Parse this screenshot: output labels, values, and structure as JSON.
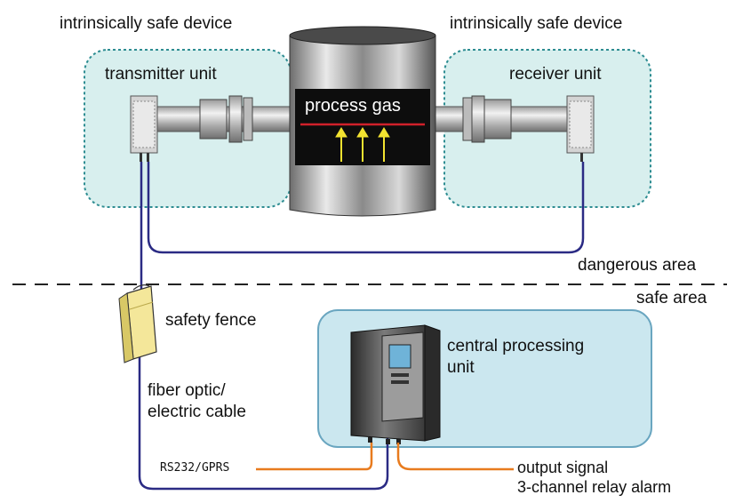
{
  "labels": {
    "left_device": "intrinsically safe device",
    "right_device": "intrinsically safe device",
    "transmitter": "transmitter unit",
    "receiver": "receiver unit",
    "process_gas": "process gas",
    "dangerous_area": "dangerous area",
    "safe_area": "safe area",
    "safety_fence": "safety fence",
    "cpu_line1": "central processing",
    "cpu_line2": "unit",
    "cable_line1": "fiber optic/",
    "cable_line2": "electric cable",
    "rs232": "RS232/GPRS",
    "output_line1": "output signal",
    "output_line2": "3-channel relay alarm"
  },
  "colors": {
    "zone_fill": "#d8efee",
    "zone_border": "#2e8d92",
    "cpu_fill": "#cbe7ef",
    "cpu_border": "#6aa6c0",
    "cable_blue": "#2b2b84",
    "wire_orange": "#e87b1e",
    "arrow_yellow": "#f2e230",
    "gas_red": "#d0202a",
    "fence_yellow": "#f4e79a"
  }
}
